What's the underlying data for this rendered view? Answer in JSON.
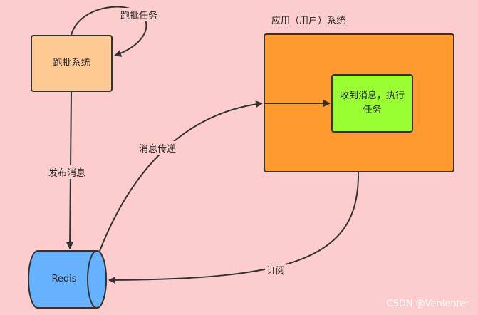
{
  "nodes": {
    "batch_system": "跑批系统",
    "app_system_title": "应用（用户）系统",
    "receive_task": "收到消息，执行任务",
    "redis": "Redis"
  },
  "edges": {
    "self_loop": "跑批任务",
    "publish": "发布消息",
    "deliver": "消息传递",
    "subscribe": "订阅"
  },
  "watermark": "CSDN @Venlenter",
  "colors": {
    "background": "#fdcdcd",
    "batch_fill": "#ffc993",
    "app_fill": "#ff9a2e",
    "task_fill": "#99ff33",
    "redis_fill": "#66b2ff",
    "stroke": "#333333"
  }
}
